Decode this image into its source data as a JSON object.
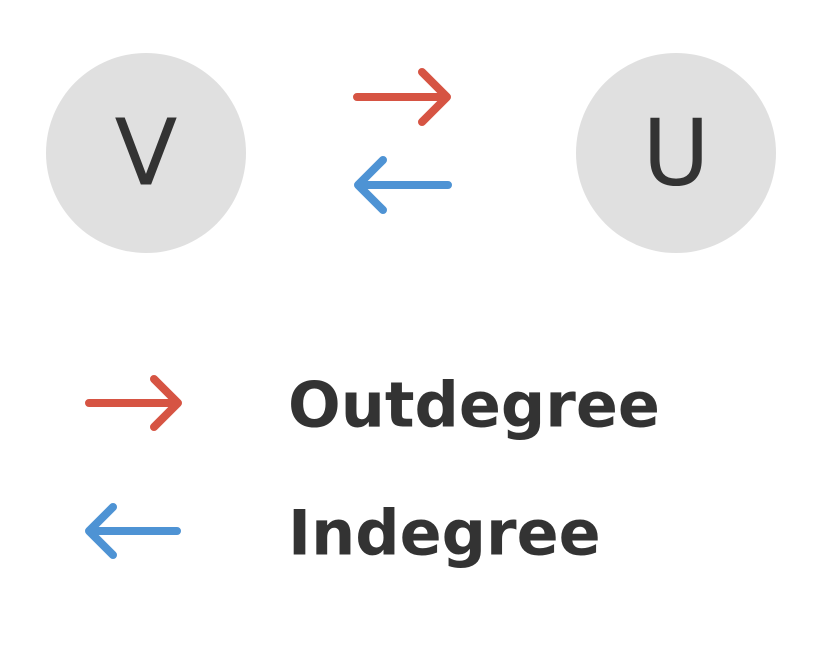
{
  "nodes": {
    "left": {
      "label": "V"
    },
    "right": {
      "label": "U"
    }
  },
  "legend": {
    "outdegree": {
      "label": "Outdegree"
    },
    "indegree": {
      "label": "Indegree"
    }
  },
  "colors": {
    "outdegree_arrow": "#d65443",
    "indegree_arrow": "#4e93d4",
    "node_fill": "#e0e0e0",
    "text": "#333333"
  },
  "icons": {
    "outdegree": "arrow-right-icon",
    "indegree": "arrow-left-icon"
  }
}
